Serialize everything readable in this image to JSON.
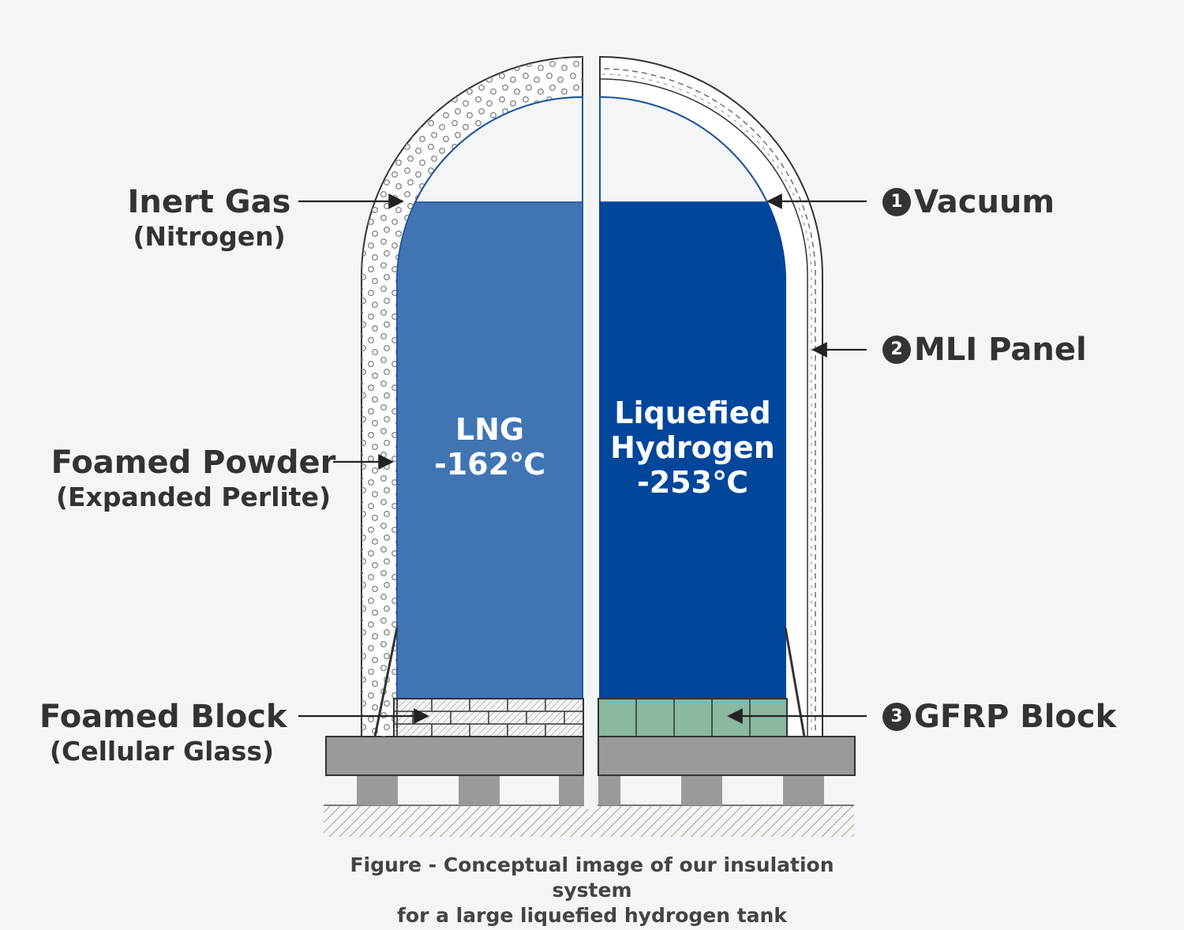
{
  "labels": {
    "inert_gas": "Inert Gas",
    "inert_gas_sub": "(Nitrogen)",
    "foamed_powder": "Foamed Powder",
    "foamed_powder_sub": "(Expanded Perlite)",
    "foamed_block": "Foamed Block",
    "foamed_block_sub": "(Cellular Glass)",
    "vacuum_num": "1",
    "vacuum": "Vacuum",
    "mli_num": "2",
    "mli": "MLI Panel",
    "gfrp_num": "3",
    "gfrp": "GFRP Block"
  },
  "tanks": {
    "lng": {
      "line1": "LNG",
      "line2": "-162℃"
    },
    "hydrogen": {
      "line1": "Liquefied",
      "line2": "Hydrogen",
      "line3": "-253℃"
    }
  },
  "caption": {
    "line1": "Figure - Conceptual image of our insulation system",
    "line2": "for a large liquefied hydrogen tank"
  },
  "colors": {
    "background": "#f4f5f7",
    "lng_fill": "#4174b3",
    "hydrogen_fill": "#00469b",
    "inner_wall": "#1e56a0",
    "gfrp_fill": "#8bb8a0",
    "foundation": "#9a9a9a",
    "text": "#333333"
  },
  "icons": [
    "arrow-icon",
    "numbered-circle-icon"
  ]
}
